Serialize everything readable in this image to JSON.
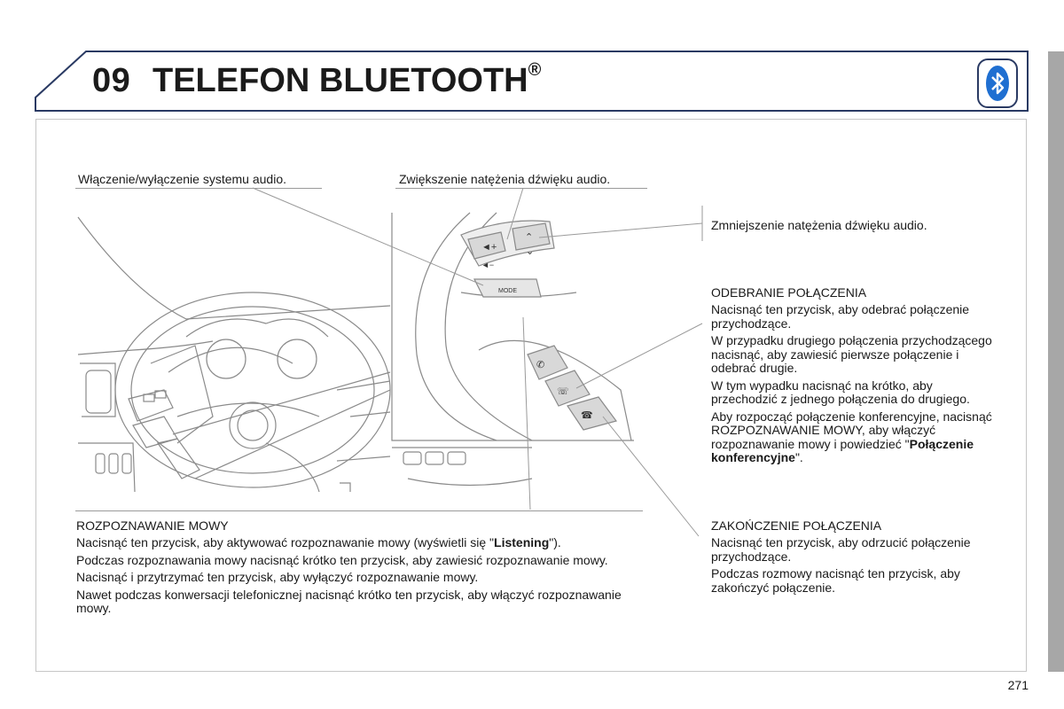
{
  "header": {
    "chapter_number": "09",
    "chapter_title": "TELEFON BLUETOOTH",
    "title_mark": "®",
    "icon": "bluetooth-icon"
  },
  "callouts": {
    "power": "Włączenie/wyłączenie systemu audio.",
    "volume_up": "Zwiększenie natężenia dźwięku audio.",
    "volume_down": "Zmniejszenie natężenia dźwięku audio."
  },
  "answer_call": {
    "title": "ODEBRANIE POŁĄCZENIA",
    "p1": "Nacisnąć ten przycisk, aby odebrać połączenie przychodzące.",
    "p2": "W przypadku drugiego połączenia przychodzącego nacisnąć, aby zawiesić pierwsze połączenie i odebrać drugie.",
    "p3": "W tym wypadku nacisnąć na krótko, aby przechodzić z jednego połączenia do drugiego.",
    "p4_before": "Aby rozpocząć połączenie konferencyjne, nacisnąć ROZPOZNAWANIE MOWY, aby włączyć rozpoznawanie mowy i powiedzieć \"",
    "p4_bold": "Połączenie konferencyjne",
    "p4_after": "\"."
  },
  "end_call": {
    "title": "ZAKOŃCZENIE POŁĄCZENIA",
    "p1": "Nacisnąć ten przycisk, aby odrzucić połączenie przychodzące.",
    "p2": "Podczas rozmowy nacisnąć ten przycisk, aby zakończyć połączenie."
  },
  "voice": {
    "title": "ROZPOZNAWANIE MOWY",
    "p1_before": "Nacisnąć ten przycisk, aby aktywować rozpoznawanie mowy (wyświetli się \"",
    "p1_bold": "Listening",
    "p1_after": "\").",
    "p2": "Podczas rozpoznawania mowy nacisnąć krótko ten przycisk, aby zawiesić rozpoznawanie mowy.",
    "p3": "Nacisnąć i przytrzymać ten przycisk, aby wyłączyć rozpoznawanie mowy.",
    "p4": "Nawet podczas konwersacji telefonicznej nacisnąć krótko ten przycisk, aby włączyć rozpoznawanie mowy."
  },
  "illustration": {
    "mode_button_label": "MODE"
  },
  "page_number": "271",
  "colors": {
    "header_frame": "#2a3a63",
    "side_bar": "#a7a7a7",
    "frame_border": "#c6c6c6",
    "line_art": "#8a8a8a"
  }
}
